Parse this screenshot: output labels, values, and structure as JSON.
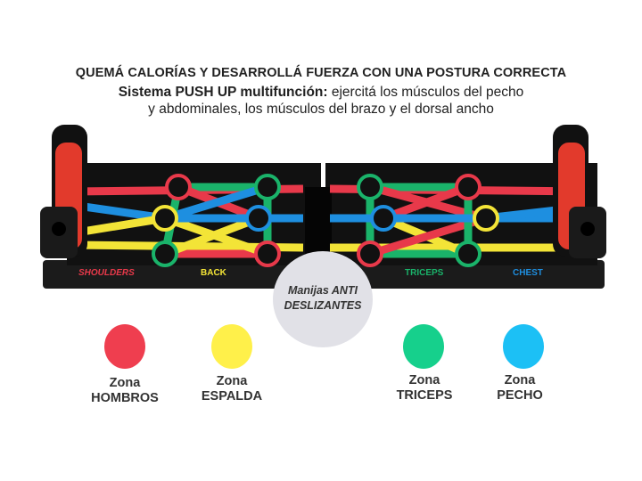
{
  "headline": "QUEMÁ CALORÍAS Y DESARROLLÁ FUERZA CON UNA POSTURA CORRECTA",
  "subtitle": {
    "bold": "Sistema PUSH UP multifunción:",
    "rest": " ejercitá los músculos del pecho",
    "line2": "y abdominales, los músculos del brazo y el dorsal ancho"
  },
  "board_labels": {
    "shoulders": "SHOULDERS",
    "back": "BACK",
    "triceps": "TRICEPS",
    "chest": "CHEST"
  },
  "badge": {
    "line1": "Manijas ANTI",
    "line2": "DESLIZANTES"
  },
  "zones": [
    {
      "word": "Zona",
      "name": "HOMBROS",
      "color": "#ef3e4f"
    },
    {
      "word": "Zona",
      "name": "ESPALDA",
      "color": "#fff04a"
    },
    {
      "word": "Zona",
      "name": "TRICEPS",
      "color": "#16d08c"
    },
    {
      "word": "Zona",
      "name": "PECHO",
      "color": "#1cc0f5"
    }
  ],
  "colors": {
    "red": "#e8394a",
    "yellow": "#f3e437",
    "green": "#1ab36a",
    "blue": "#1e8fe0",
    "board": "#141414"
  }
}
